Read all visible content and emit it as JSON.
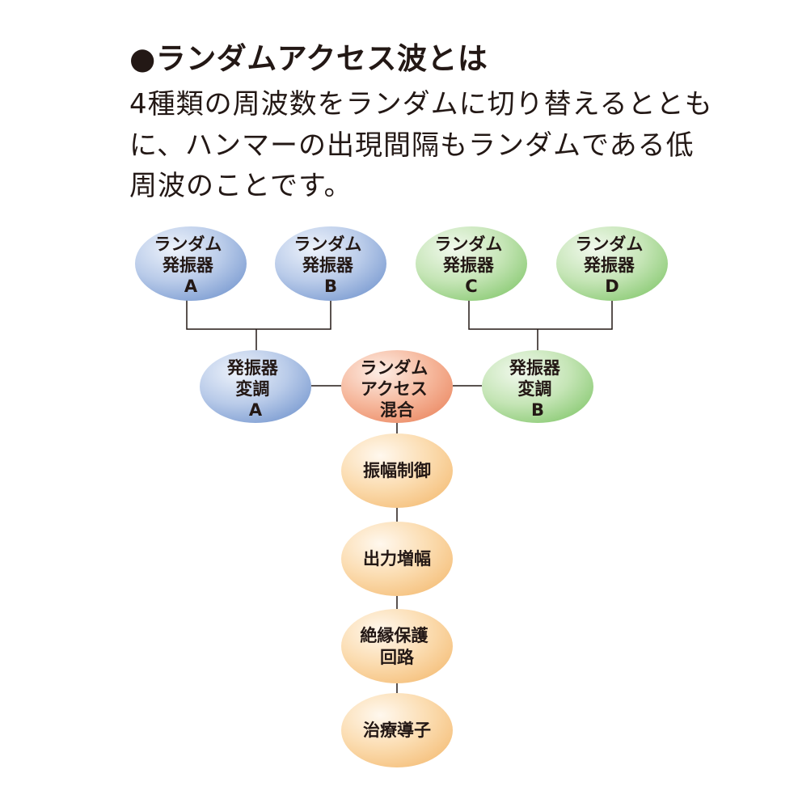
{
  "title": "●ランダムアクセス波とは",
  "description_lines": [
    "4種類の周波数をランダムに切り替えるととも",
    "に、ハンマーの出現間隔もランダムである低",
    "周波のことです。"
  ],
  "nodes": {
    "osc_a": [
      "ランダム",
      "発振器",
      "A"
    ],
    "osc_b": [
      "ランダム",
      "発振器",
      "B"
    ],
    "osc_c": [
      "ランダム",
      "発振器",
      "C"
    ],
    "osc_d": [
      "ランダム",
      "発振器",
      "D"
    ],
    "mod_a": [
      "発振器",
      "変調",
      "A"
    ],
    "mix": [
      "ランダム",
      "アクセス",
      "混合"
    ],
    "mod_b": [
      "発振器",
      "変調",
      "B"
    ],
    "amp_ctrl": [
      "振幅制御"
    ],
    "out_amp": [
      "出力増幅"
    ],
    "iso": [
      "絶縁保護",
      "回路"
    ],
    "lead": [
      "治療導子"
    ]
  },
  "colors": {
    "blue": "#8eaad8",
    "green": "#9fd08a",
    "salmon": "#ee9a78",
    "orange": "#f7c98a",
    "line": "#231815"
  }
}
